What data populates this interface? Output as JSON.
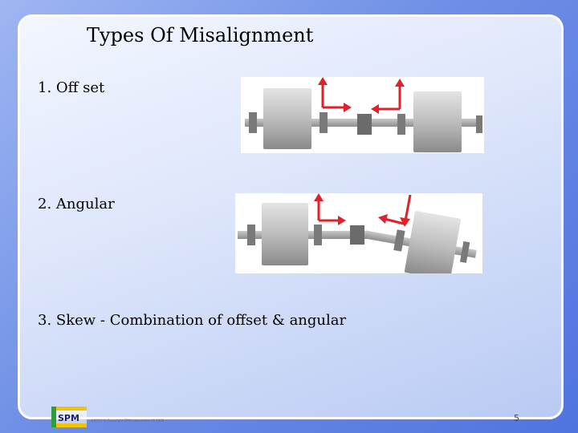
{
  "slide": {
    "title": "Types Of Misalignment",
    "items": [
      {
        "label": "1. Off set"
      },
      {
        "label": "2. Angular"
      },
      {
        "label": "3. Skew - Combination of offset & angular"
      }
    ]
  },
  "footer": {
    "logo_text": "SPM",
    "copyright": "©2013 © Copyright SPM Instrument AB 1999",
    "page_number": "5"
  },
  "colors": {
    "arrow": "#e0202a",
    "machine": "#b8b8b8",
    "shaft": "#9a9a9a",
    "coupling": "#6b6b6b"
  }
}
